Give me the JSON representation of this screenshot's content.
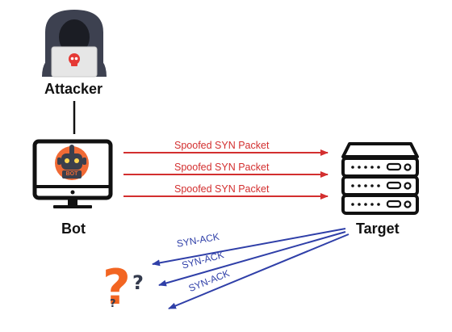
{
  "nodes": {
    "attacker": {
      "label": "Attacker"
    },
    "bot": {
      "label": "Bot",
      "badge": "BOT"
    },
    "target": {
      "label": "Target"
    }
  },
  "syn_packets": [
    {
      "label": "Spoofed SYN Packet"
    },
    {
      "label": "Spoofed SYN Packet"
    },
    {
      "label": "Spoofed SYN Packet"
    }
  ],
  "syn_ack_replies": [
    {
      "label": "SYN-ACK"
    },
    {
      "label": "SYN-ACK"
    },
    {
      "label": "SYN-ACK"
    }
  ],
  "unknown_marks": {
    "glyph": "?"
  },
  "colors": {
    "syn": "#d32f2f",
    "syn_ack": "#2f3fa8",
    "question_main": "#f26522",
    "question_dark": "#333a4d",
    "bot_face": "#f06a35",
    "skull": "#e53935"
  }
}
